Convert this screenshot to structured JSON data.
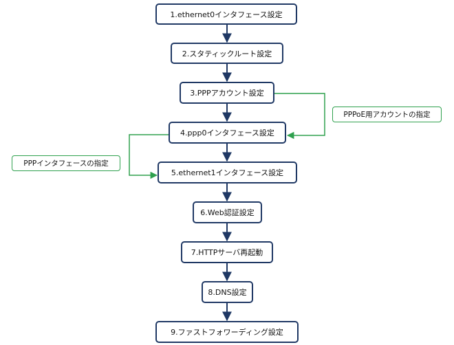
{
  "colors": {
    "step_border": "#1f3864",
    "step_arrow": "#1f3864",
    "note_border": "#2ea04d",
    "note_line": "#2ea04d"
  },
  "steps": [
    {
      "label": "1.ethernet0インタフェース設定"
    },
    {
      "label": "2.スタティックルート設定"
    },
    {
      "label": "3.PPPアカウント設定"
    },
    {
      "label": "4.ppp0インタフェース設定"
    },
    {
      "label": "5.ethernet1インタフェース設定"
    },
    {
      "label": "6.Web認証設定"
    },
    {
      "label": "7.HTTPサーバ再起動"
    },
    {
      "label": "8.DNS設定"
    },
    {
      "label": "9.ファストフォワーディング設定"
    }
  ],
  "notes": {
    "pppoe_account": "PPPoE用アカウントの指定",
    "ppp_interface": "PPPインタフェースの指定"
  }
}
